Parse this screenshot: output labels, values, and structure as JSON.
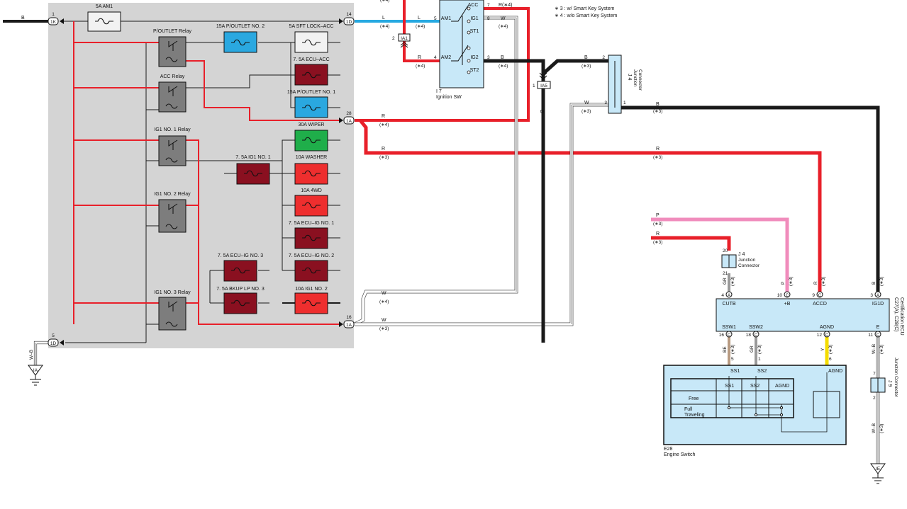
{
  "notes": {
    "n3": "∗ 3 : w/ Smart Key System",
    "n4": "∗ 4 : w/o Smart Key System"
  },
  "colors": {
    "panel": "#d4d4d4",
    "red": "#e8202a",
    "black": "#1a1a1a",
    "blue_wire": "#27a9e1",
    "pink": "#f08cbc",
    "yellow": "#f4dc00",
    "tan": "#b89b82",
    "grey_wire": "#9a9a9a",
    "fuse_blue": "#2aa8e0",
    "fuse_green": "#1fae4a",
    "fuse_red": "#ee2e2e",
    "fuse_dark": "#8a1020",
    "fuse_white": "#f2f2f2",
    "ecu_fill": "#c8e8f8",
    "relay": "#7d7d7d"
  },
  "left_panel": {
    "wire_b": "B",
    "conn_1k": {
      "pin": "1",
      "id": "1K"
    },
    "conn_1d": {
      "pin": "5",
      "id": "1D"
    },
    "ground_ia": {
      "wire": "W–B",
      "id": "IA"
    }
  },
  "fuses": {
    "am1": "5A AM1",
    "poutlet2": "15A P/OUTLET NO. 2",
    "sftlock": "5A SFT LOCK–ACC",
    "ecuacc": "7. 5A ECU–ACC",
    "poutlet1": "15A P/OUTLET NO. 1",
    "wiper": "30A WIPER",
    "ig1no1": "7. 5A IG1 NO. 1",
    "washer": "10A WASHER",
    "fwd": "10A 4WD",
    "ecuig1": "7. 5A ECU–IG NO. 1",
    "ecuig3": "7. 5A ECU–IG NO. 3",
    "ecuig2": "7. 5A ECU–IG NO. 2",
    "bkup": "7. 5A BKUP LP NO. 3",
    "ig1no2": "10A IG1 NO. 2"
  },
  "relays": {
    "poutlet": "P/OUTLET Relay",
    "acc": "ACC Relay",
    "ig1no1": "IG1 NO. 1 Relay",
    "ig1no2": "IG1 NO. 2 Relay",
    "ig1no3": "IG1 NO. 3 Relay"
  },
  "panel_connectors": {
    "c14": {
      "pin": "14",
      "id": "1D"
    },
    "c28": {
      "pin": "28",
      "id": "1A"
    },
    "c16": {
      "pin": "16",
      "id": "1A"
    }
  },
  "ignition_sw": {
    "code": "I 7",
    "name": "Ignition SW",
    "terms": [
      "ACC",
      "IG1",
      "ST1",
      "AM1",
      "AM2",
      "IG2",
      "ST2"
    ],
    "pins": {
      "acc": "7",
      "ig1": "8",
      "am1": "5",
      "am2": "4",
      "ig2": "3"
    },
    "conn_ia1": {
      "pin": "2",
      "id": "IA1"
    },
    "conn_ia5": {
      "pin": "1",
      "id": "IA5"
    }
  },
  "wire_labels": {
    "l": "L",
    "r": "R",
    "w": "W",
    "b": "B",
    "p": "P",
    "s4": "(∗4)",
    "s3": "(∗3)",
    "r4": "R(∗4)",
    "gr": "GR",
    "be": "BE",
    "y": "Y",
    "wb": "W–B"
  },
  "j4_top": {
    "code": "J 4",
    "name1": "Junction",
    "name2": "Connector",
    "pins": [
      "2",
      "3",
      "1"
    ]
  },
  "j4_mid": {
    "code": "J 4",
    "name1": "Junction",
    "name2": "Connector",
    "pins": [
      "20",
      "21"
    ]
  },
  "j9": {
    "code": "J 9",
    "name": "Junction Connector",
    "pins": [
      "7",
      "2"
    ]
  },
  "ecu": {
    "code": "C27(A), C28(C)",
    "name": "Certification ECU",
    "top_pins": [
      {
        "pin": "4",
        "conn": "A",
        "label": "CUTB"
      },
      {
        "pin": "10",
        "conn": "C",
        "label": "+B"
      },
      {
        "pin": "9",
        "conn": "C",
        "label": "ACCD"
      },
      {
        "pin": "3",
        "conn": "A",
        "label": "IG1D"
      }
    ],
    "bottom_pins": [
      {
        "pin": "16",
        "conn": "C",
        "label": "SSW1"
      },
      {
        "pin": "18",
        "conn": "C",
        "label": "SSW2"
      },
      {
        "pin": "12",
        "conn": "C",
        "label": "AGND"
      },
      {
        "pin": "11",
        "conn": "C",
        "label": "E"
      }
    ]
  },
  "engine_switch": {
    "code": "E28",
    "name": "Engine Switch",
    "pin_labels": [
      "SS1",
      "SS2",
      "AGND"
    ],
    "pins": [
      "5",
      "1",
      "6"
    ],
    "table_headers": [
      "SS1",
      "SS2",
      "AGND"
    ],
    "rows": [
      "Free",
      "Full",
      "Traveling"
    ]
  },
  "ground_ie": {
    "id": "IE"
  }
}
